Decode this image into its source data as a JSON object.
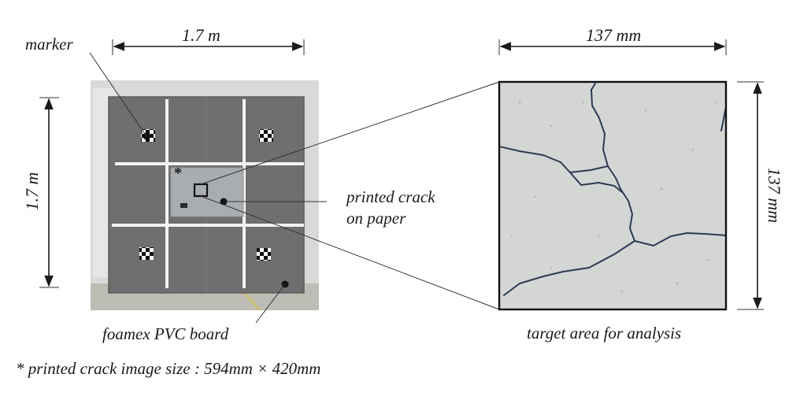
{
  "labels": {
    "width_dim": "1.7 m",
    "height_dim": "1.7 m",
    "marker": "marker",
    "asterisk": "*",
    "printed_crack_line1": "printed crack",
    "printed_crack_line2": "on paper",
    "board": "foamex PVC board",
    "target_width_dim": "137 mm",
    "target_height_dim": "137 mm",
    "target_area": "target area for analysis",
    "footnote": "* printed crack image size : 594mm × 420mm"
  },
  "colors": {
    "board": "#6f6f6f",
    "board_edge": "#5c5c5c",
    "background_wall": "#d9d9d9",
    "floor": "#bdbdb6",
    "tape": "#f2f2f2",
    "paper": "#a9adb0",
    "crack_bg": "#d4d6d3",
    "crack_line": "#2b3a55",
    "ink": "#1a1a1a"
  }
}
